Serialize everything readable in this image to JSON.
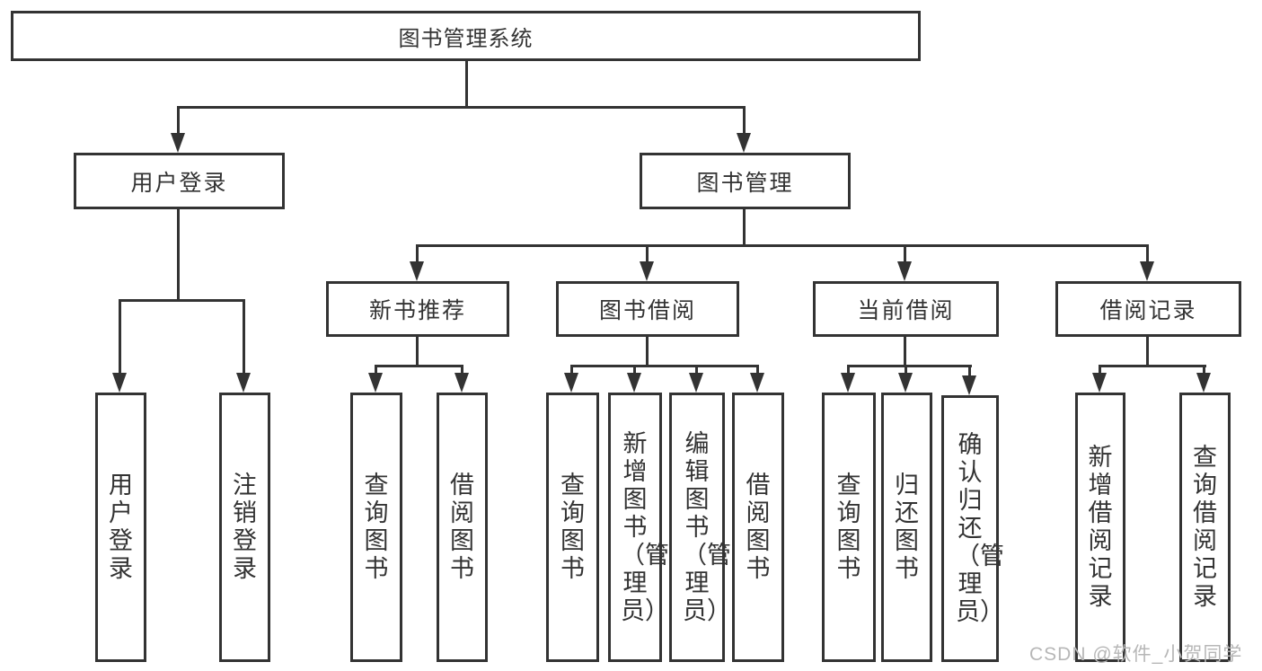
{
  "diagram_type": "hierarchy-tree",
  "tree": {
    "root": {
      "label": "图书管理系统",
      "children": [
        {
          "label": "用户登录",
          "children": [
            {
              "label": "用户登录"
            },
            {
              "label": "注销登录"
            }
          ]
        },
        {
          "label": "图书管理",
          "children": [
            {
              "label": "新书推荐",
              "children": [
                {
                  "label": "查询图书"
                },
                {
                  "label": "借阅图书"
                }
              ]
            },
            {
              "label": "图书借阅",
              "children": [
                {
                  "label": "查询图书"
                },
                {
                  "label": "新增图书（管理员）"
                },
                {
                  "label": "编辑图书（管理员）"
                },
                {
                  "label": "借阅图书"
                }
              ]
            },
            {
              "label": "当前借阅",
              "children": [
                {
                  "label": "查询图书"
                },
                {
                  "label": "归还图书"
                },
                {
                  "label": "确认归还（管理员）"
                }
              ]
            },
            {
              "label": "借阅记录",
              "children": [
                {
                  "label": "新增借阅记录"
                },
                {
                  "label": "查询借阅记录"
                }
              ]
            }
          ]
        }
      ]
    }
  },
  "watermark": {
    "text": "CSDN @软件_小贺同学"
  },
  "colors": {
    "line": "#333333",
    "box_border": "#333333",
    "text": "#333333",
    "background": "#ffffff",
    "watermark": "#b7b7b7"
  }
}
